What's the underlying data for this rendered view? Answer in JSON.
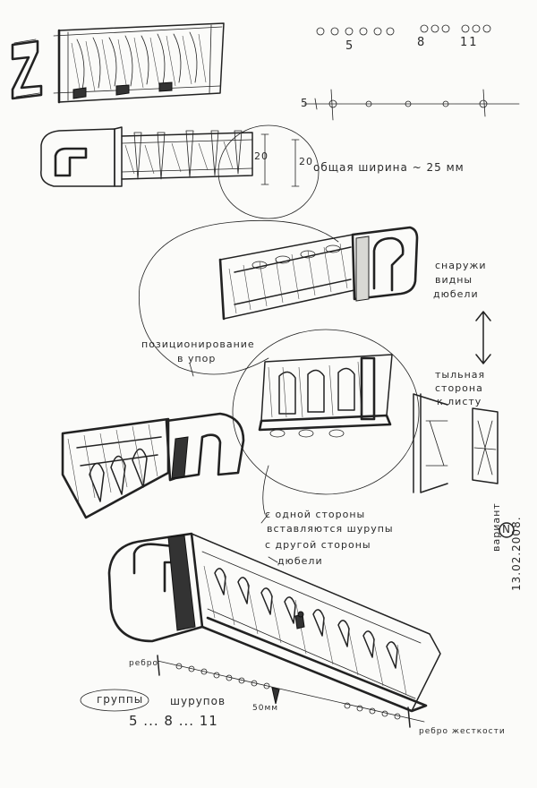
{
  "notes": {
    "screw_numbers": [
      "5",
      "8",
      "11"
    ],
    "dim_5": "5",
    "dim_20a": "20",
    "dim_20b": "20",
    "total_width": "общая ширина ~ 25 мм",
    "outside_visible": [
      "снаружи",
      "видны",
      "дюбели"
    ],
    "positioning": [
      "позиционирование",
      "в упор"
    ],
    "back_side": [
      "тыльная",
      "сторона",
      "к листу"
    ],
    "insertion": [
      "с одной стороны",
      "вставляются шурупы",
      "с другой стороны",
      "дюбели"
    ],
    "variant": "вариант",
    "variant_mark": "N",
    "date": "13.02.2008.",
    "screw_groups": [
      "группы",
      "шурупов"
    ],
    "screw_groups_numbers": "5 ... 8 ... 11",
    "edge_label": "ребро",
    "step_label": "50мм",
    "stiffener_label": "ребро жесткости"
  }
}
